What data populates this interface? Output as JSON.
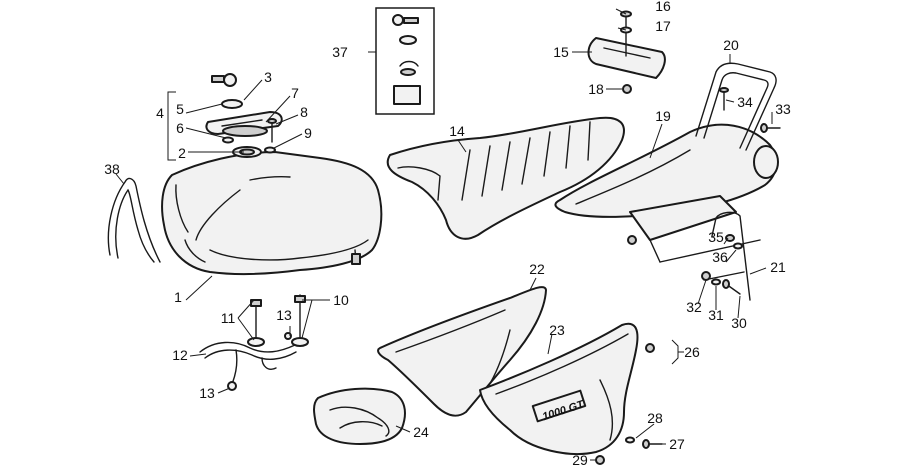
{
  "diagram": {
    "callouts": [
      "1",
      "2",
      "3",
      "4",
      "5",
      "6",
      "7",
      "8",
      "9",
      "10",
      "11",
      "12",
      "13",
      "13",
      "14",
      "15",
      "16",
      "17",
      "18",
      "19",
      "20",
      "21",
      "22",
      "23",
      "24",
      "26",
      "27",
      "28",
      "29",
      "30",
      "31",
      "32",
      "33",
      "34",
      "35",
      "36",
      "37",
      "38"
    ],
    "badge_text": "1000 GT"
  }
}
